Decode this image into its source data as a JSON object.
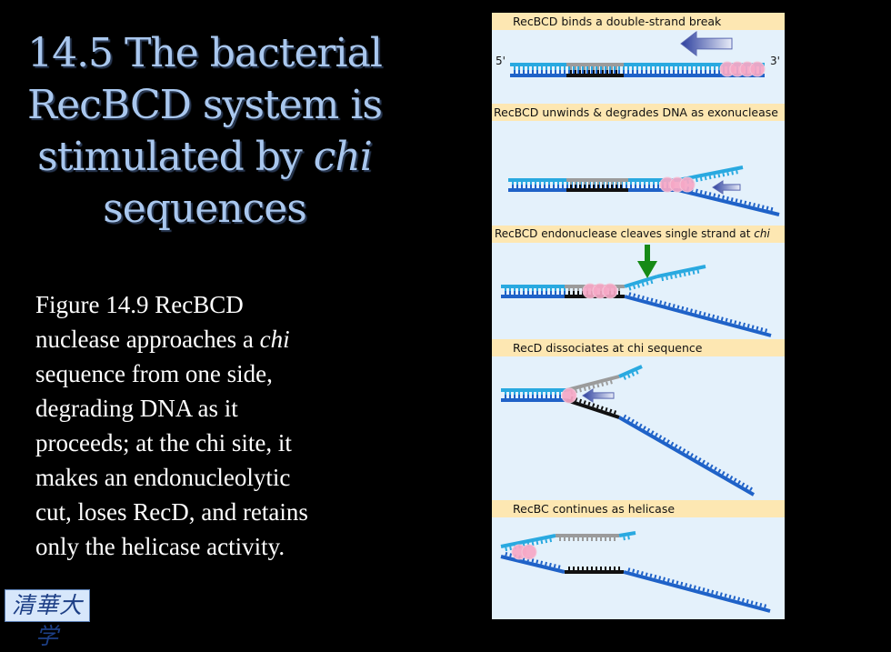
{
  "slide": {
    "title_lines": [
      "14.5 The bacterial",
      "RecBCD system is",
      "stimulated by ",
      "sequences"
    ],
    "title_chi": "chi",
    "caption_lines": [
      "Figure 14.9 RecBCD",
      "nuclease approaches a ",
      "sequence  from one side,",
      "degrading DNA as it",
      "proceeds; at the chi site, it",
      "makes an endonucleolytic",
      "cut, loses RecD, and retains",
      "only the helicase activity."
    ],
    "caption_chi": "chi",
    "logo_text": "清華大学"
  },
  "figure": {
    "end_label_5": "5'",
    "end_label_3": "3'",
    "panels": [
      {
        "label": "RecBCD binds a double-strand break"
      },
      {
        "label": "RecBCD unwinds & degrades DNA as exonuclease"
      },
      {
        "label": "RecBCD  endonuclease cleaves single strand at ",
        "label_italic": "chi"
      },
      {
        "label": "RecD dissociates at chi sequence"
      },
      {
        "label": "RecBC continues as helicase"
      }
    ]
  },
  "colors": {
    "background": "#000000",
    "title": "#a9c7ee",
    "caption": "#ffffff",
    "figure_background": "#e4f1fb",
    "label_band": "#fde7b2",
    "top_strand": "#29a9e0",
    "bottom_strand": "#1f62c8",
    "chi_top": "#9b9b9b",
    "chi_bottom": "#111111",
    "enzyme": "#f7a8c6",
    "cut_arrow": "#168a16",
    "direction_arrow": "#3a4fa8"
  }
}
